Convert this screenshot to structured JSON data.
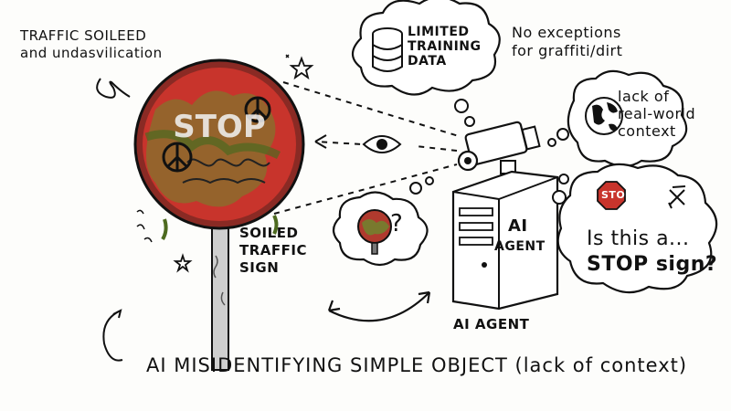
{
  "annotation_top": [
    "TRAFFIC SOILEED",
    "and undasvilication"
  ],
  "training_cloud": {
    "lines": [
      "LIMITED",
      "TRAINING",
      "DATA"
    ],
    "icon": "database-icon"
  },
  "no_exceptions": [
    "No exceptions",
    "for graffiti/dirt"
  ],
  "context_cloud": {
    "lines": [
      "lack of",
      "real-world",
      "context"
    ],
    "icon": "globe-icon"
  },
  "sign": {
    "text": "STOP",
    "label_lines": [
      "SOILED",
      "TRAFFIC",
      "SIGN"
    ]
  },
  "agent": {
    "box_title": "AI",
    "box_subtitle": "AGENT",
    "caption": "AI AGENT"
  },
  "question_cloud": {
    "mini_sign_text": "STOP",
    "question_lines": [
      "Is this a...",
      "STOP sign?"
    ]
  },
  "small_question": "?",
  "caption": "AI MISIDENTIFYING SIMPLE OBJECT (lack of context)",
  "colors": {
    "stop_red": "#c8342c",
    "moss": "#6b8a2e",
    "ink": "#111111"
  }
}
